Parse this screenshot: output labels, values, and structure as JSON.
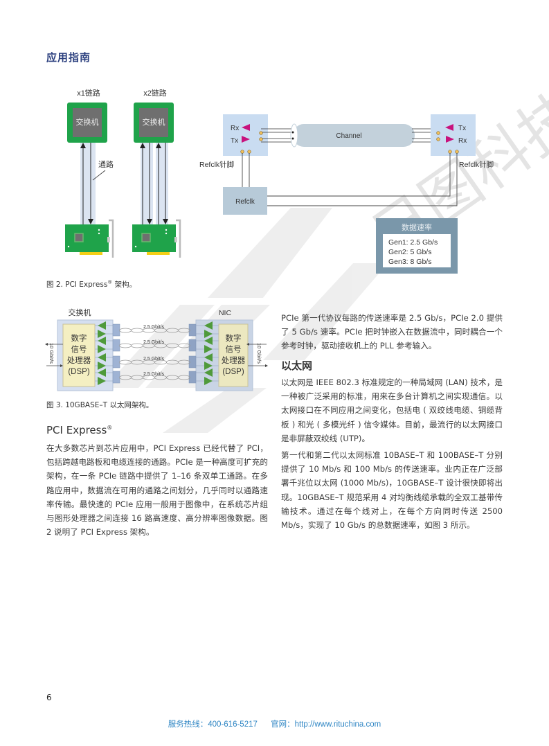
{
  "header": {
    "section_title": "应用指南"
  },
  "figure2": {
    "x1_label": "x1链路",
    "x2_label": "x2链路",
    "switch_label": "交换机",
    "lane_label": "通路",
    "rx": "Rx",
    "tx": "Tx",
    "channel": "Channel",
    "refclk_pin": "Refclk针脚",
    "refclk": "Refclk",
    "rate_box": {
      "title": "数据速率",
      "gen1": "Gen1: 2.5 Gb/s",
      "gen2": "Gen2: 5 Gb/s",
      "gen3": "Gen3: 8 Gb/s"
    },
    "caption_prefix": "图 2. PCI Express",
    "caption_reg": "®",
    "caption_suffix": " 架构。"
  },
  "figure3": {
    "switch_label": "交换机",
    "nic_label": "NIC",
    "dsp_line1": "数字",
    "dsp_line2": "信号",
    "dsp_line3": "处理器",
    "dsp_line4": "(DSP)",
    "side_rate": "10 Gbit/s",
    "pair_rates": [
      "2.5 Gbit/s",
      "2.5 Gbit/s",
      "2.5 Gbit/s",
      "2.5 Gbit/s"
    ],
    "caption": "图 3. 10GBASE–T 以太网架构。"
  },
  "left_column": {
    "heading": "PCI Express",
    "heading_reg": "®",
    "paragraph": "在大多数芯片到芯片应用中，PCI Express 已经代替了 PCI，包括跨越电路板和电缆连接的通路。PCIe 是一种高度可扩充的架构，在一条 PCIe 链路中提供了 1–16 条双单工通路。在多路应用中，数据流在可用的通路之间划分，几乎同时以通路速率传输。最快速的 PCIe 应用一般用于图像中，在系统芯片组与图形处理器之间连接 16 路高速度、高分辨率图像数据。图 2 说明了 PCI Express 架构。"
  },
  "right_column": {
    "para1": "PCIe 第一代协议每路的传送速率是 2.5 Gb/s，PCIe 2.0 提供了 5 Gb/s 速率。PCIe 把时钟嵌入在数据流中，同时耦合一个参考时钟，驱动接收机上的 PLL 参考输入。",
    "heading": "以太网",
    "para2": "以太网是 IEEE 802.3 标准规定的一种局域网 (LAN) 技术，是一种被广泛采用的标准，用来在多台计算机之间实现通信。以太网接口在不同应用之间变化，包括电 ( 双绞线电缆、铜缆背板 ) 和光 ( 多模光纤 ) 信令媒体。目前，最流行的以太网接口是非屏蔽双绞线 (UTP)。",
    "para3": "第一代和第二代以太网标准 10BASE–T 和 100BASE–T 分别提供了 10 Mb/s 和 100 Mb/s 的传送速率。业内正在广泛部署千兆位以太网 (1000 Mb/s)，10GBASE–T 设计很快即将出现。10GBASE–T 规范采用 4 对均衡线缆承载的全双工基带传输技术。通过在每个线对上，在每个方向同时传送 2500 Mb/s，实现了 10 Gb/s 的总数据速率，如图 3 所示。"
  },
  "footer": {
    "page_number": "6",
    "hotline": "服务热线：400-616-5217",
    "website": "官网：http://www.rituchina.com"
  },
  "watermark": {
    "text": "日图科技"
  },
  "colors": {
    "title_blue": "#2b3f7e",
    "pcb_green": "#1fa34a",
    "chip_gray": "#6f6f6f",
    "magenta": "#c8127d",
    "tri_green": "#4f9a3b",
    "footer_blue": "#2f86c4"
  }
}
